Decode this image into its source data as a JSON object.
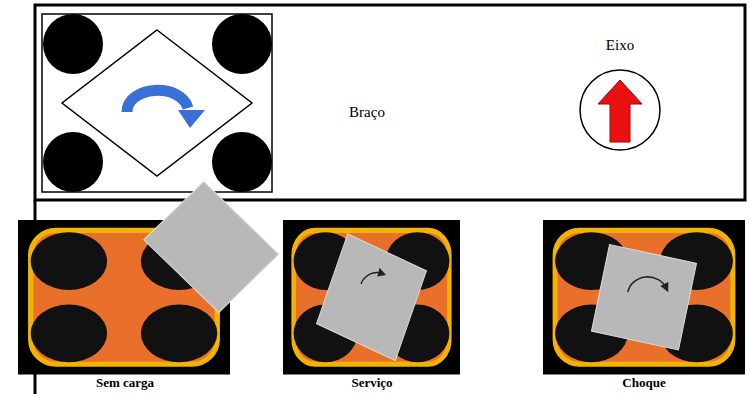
{
  "diagram": {
    "labels": [
      "Braço",
      "Eixo",
      "Sem carga",
      "Serviço",
      "Choque"
    ]
  }
}
